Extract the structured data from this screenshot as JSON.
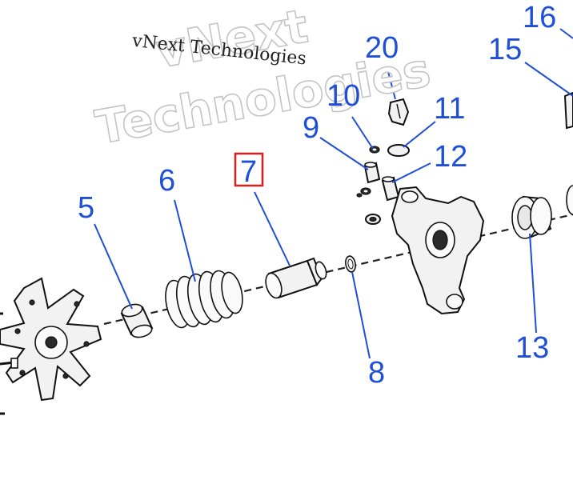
{
  "watermark": {
    "line1": "vNext",
    "line2": "Technologies",
    "small": "vNext Technologies"
  },
  "callouts": {
    "c5": "5",
    "c6": "6",
    "c7": "7",
    "c8": "8",
    "c9": "9",
    "c10": "10",
    "c11": "11",
    "c12": "12",
    "c13": "13",
    "c15": "15",
    "c16": "16",
    "c20": "20"
  },
  "highlight": {
    "selected_callout": "7",
    "color": "#e01d1d"
  },
  "colors": {
    "callout": "#1f4fd6",
    "line": "#111111"
  }
}
